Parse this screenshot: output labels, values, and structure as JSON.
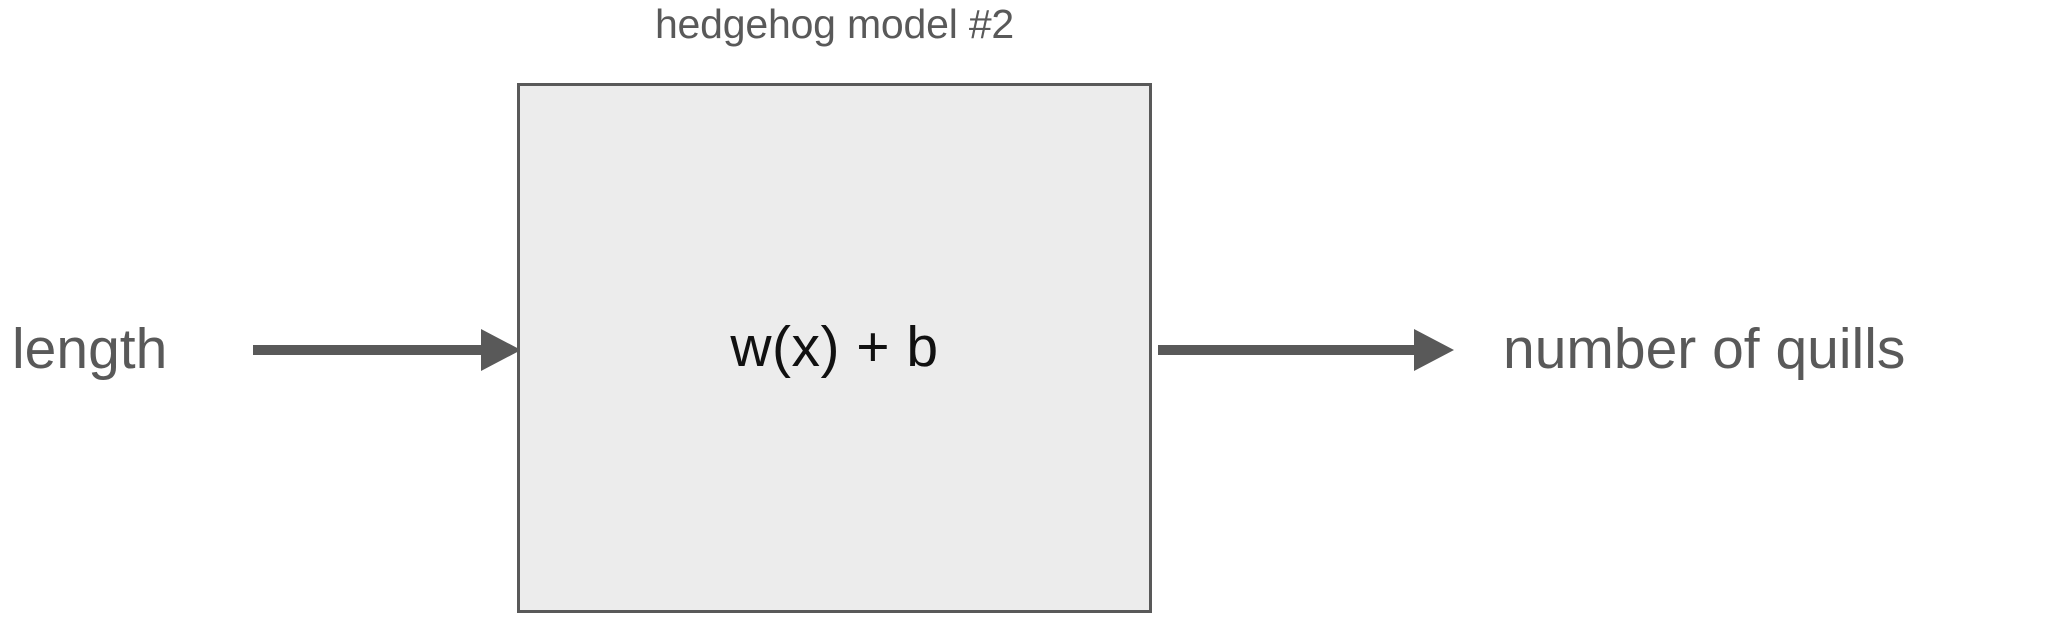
{
  "diagram": {
    "title": "hedgehog model #2",
    "input_label": "length",
    "output_label": "number of quills",
    "box_label": "w(x) + b",
    "colors": {
      "box_fill": "#ECECEC",
      "box_border": "#595959",
      "arrow": "#595959",
      "label_text": "#595959",
      "box_label_text": "#111111",
      "background": "#FFFFFF"
    },
    "icons": {
      "input_arrow": "arrow-right-icon",
      "output_arrow": "arrow-right-icon"
    }
  }
}
